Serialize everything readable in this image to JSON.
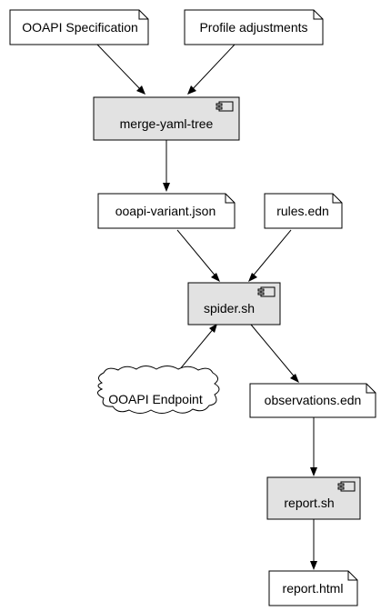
{
  "colors": {
    "artifact_fill": "#ffffff",
    "component_fill": "#e2e2e2",
    "stroke": "#000000",
    "background": "#ffffff"
  },
  "nodes": {
    "ooapi_spec": {
      "label": "OOAPI Specification",
      "kind": "artifact"
    },
    "profile_adjustments": {
      "label": "Profile adjustments",
      "kind": "artifact"
    },
    "merge_yaml_tree": {
      "label": "merge-yaml-tree",
      "kind": "component",
      "icon": "component-icon"
    },
    "ooapi_variant": {
      "label": "ooapi-variant.json",
      "kind": "artifact"
    },
    "rules_edn": {
      "label": "rules.edn",
      "kind": "artifact"
    },
    "spider_sh": {
      "label": "spider.sh",
      "kind": "component",
      "icon": "component-icon"
    },
    "ooapi_endpoint": {
      "label": "OOAPI Endpoint",
      "kind": "cloud"
    },
    "observations_edn": {
      "label": "observations.edn",
      "kind": "artifact"
    },
    "report_sh": {
      "label": "report.sh",
      "kind": "component",
      "icon": "component-icon"
    },
    "report_html": {
      "label": "report.html",
      "kind": "artifact"
    }
  },
  "edges": [
    {
      "from": "ooapi_spec",
      "to": "merge_yaml_tree"
    },
    {
      "from": "profile_adjustments",
      "to": "merge_yaml_tree"
    },
    {
      "from": "merge_yaml_tree",
      "to": "ooapi_variant"
    },
    {
      "from": "ooapi_variant",
      "to": "spider_sh"
    },
    {
      "from": "rules_edn",
      "to": "spider_sh"
    },
    {
      "from": "ooapi_endpoint",
      "to": "spider_sh"
    },
    {
      "from": "spider_sh",
      "to": "observations_edn"
    },
    {
      "from": "observations_edn",
      "to": "report_sh"
    },
    {
      "from": "report_sh",
      "to": "report_html"
    }
  ]
}
